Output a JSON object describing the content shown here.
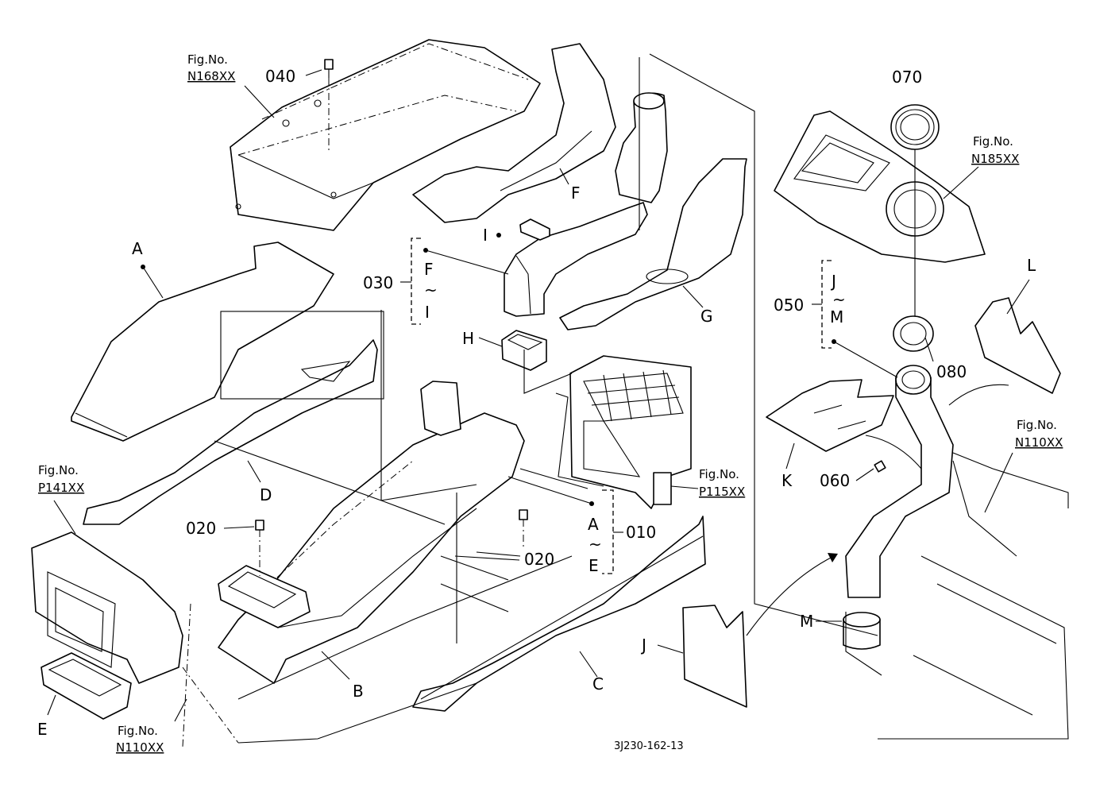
{
  "diagram_id": "3J230-162-13",
  "figure_refs": {
    "fig_no_label": "Fig.No.",
    "n168": "N168XX",
    "n185": "N185XX",
    "p141": "P141XX",
    "p115": "P115XX",
    "n110_right": "N110XX",
    "n110_bottom": "N110XX"
  },
  "part_numbers": {
    "p010": "010",
    "p020a": "020",
    "p020b": "020",
    "p030": "030",
    "p040": "040",
    "p050": "050",
    "p060": "060",
    "p070": "070",
    "p080": "080"
  },
  "letters": {
    "A": "A",
    "B": "B",
    "C": "C",
    "D": "D",
    "E": "E",
    "F": "F",
    "G": "G",
    "H": "H",
    "I": "I",
    "J": "J",
    "K": "K",
    "L": "L",
    "M": "M"
  },
  "ranges": {
    "r030": {
      "from": "F",
      "tilde": "~",
      "to": "I"
    },
    "r010": {
      "from": "A",
      "tilde": "~",
      "to": "E"
    },
    "r050": {
      "from": "J",
      "tilde": "~",
      "to": "M"
    }
  }
}
